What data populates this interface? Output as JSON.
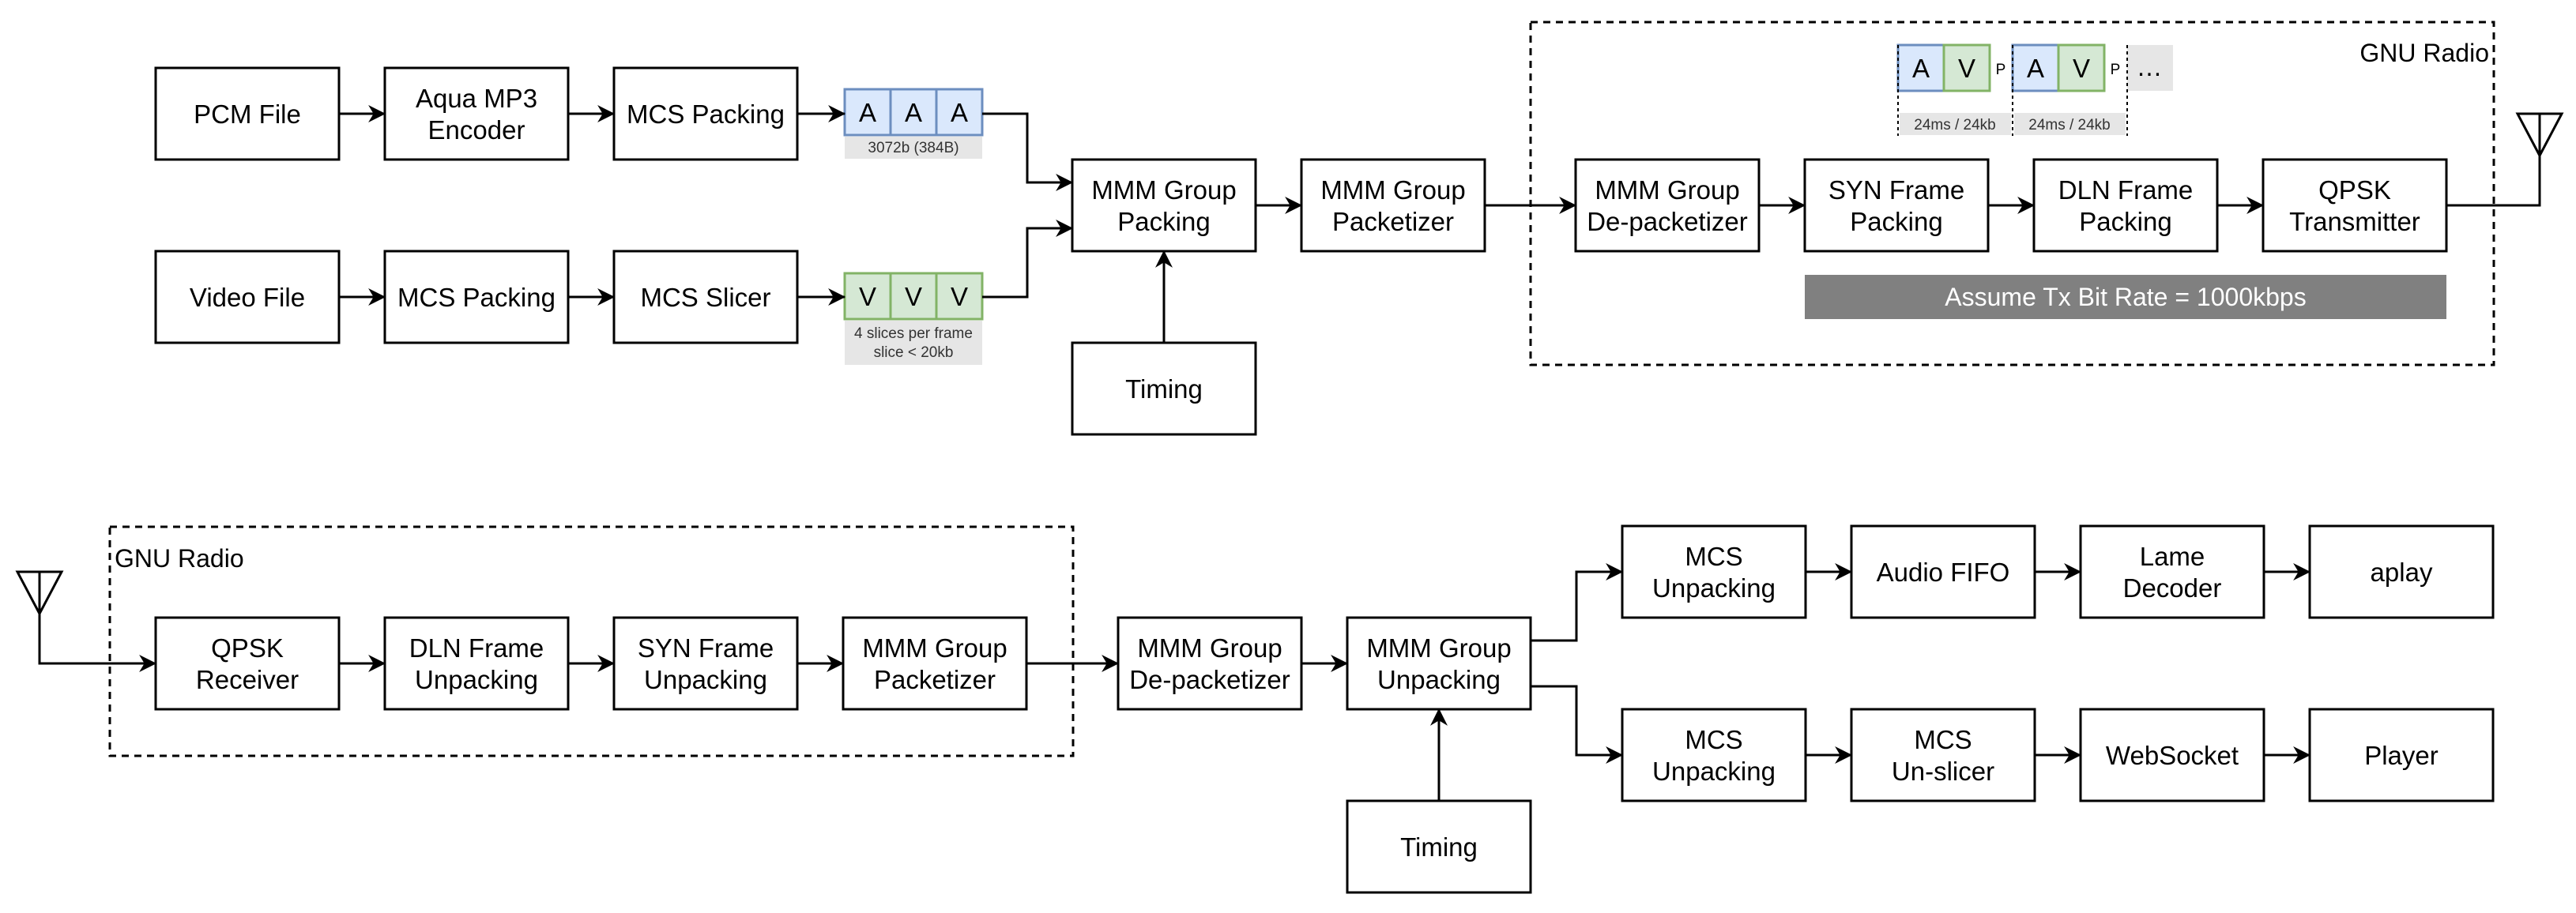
{
  "top_row": {
    "pcm_file": [
      "PCM File"
    ],
    "aqua_encoder": [
      "Aqua MP3",
      "Encoder"
    ],
    "mcs_packing_audio": [
      "MCS Packing"
    ],
    "video_file": [
      "Video File"
    ],
    "mcs_packing_video": [
      "MCS Packing"
    ],
    "mcs_slicer": [
      "MCS Slicer"
    ],
    "mmm_group_packing": [
      "MMM Group",
      "Packing"
    ],
    "mmm_group_packetizer": [
      "MMM Group",
      "Packetizer"
    ],
    "timing": [
      "Timing"
    ]
  },
  "audio_frames": {
    "cells": [
      "A",
      "A",
      "A"
    ],
    "caption": [
      "3072b (384B)"
    ]
  },
  "video_frames": {
    "cells": [
      "V",
      "V",
      "V"
    ],
    "caption": [
      "4 slices per frame",
      "slice < 20kb"
    ]
  },
  "tx_group": {
    "label": "GNU Radio",
    "depacketizer": [
      "MMM Group",
      "De-packetizer"
    ],
    "syn_frame_packing": [
      "SYN Frame",
      "Packing"
    ],
    "dln_frame_packing": [
      "DLN Frame",
      "Packing"
    ],
    "qpsk_transmitter": [
      "QPSK",
      "Transmitter"
    ],
    "banner": "Assume Tx Bit Rate = 1000kbps",
    "frame_sequence": {
      "cells": [
        "A",
        "V",
        "A",
        "V"
      ],
      "padding": "P",
      "ellipsis": "…",
      "durations": [
        "24ms / 24kb",
        "24ms / 24kb"
      ]
    }
  },
  "rx_group": {
    "label": "GNU Radio",
    "qpsk_receiver": [
      "QPSK",
      "Receiver"
    ],
    "dln_frame_unpacking": [
      "DLN Frame",
      "Unpacking"
    ],
    "syn_frame_unpacking": [
      "SYN Frame",
      "Unpacking"
    ],
    "mmm_group_packetizer": [
      "MMM Group",
      "Packetizer"
    ]
  },
  "bottom_row": {
    "depacketizer": [
      "MMM Group",
      "De-packetizer"
    ],
    "mmm_group_unpacking": [
      "MMM Group",
      "Unpacking"
    ],
    "timing": [
      "Timing"
    ],
    "mcs_unpacking_audio": [
      "MCS",
      "Unpacking"
    ],
    "audio_fifo": [
      "Audio FIFO"
    ],
    "lame_decoder": [
      "Lame",
      "Decoder"
    ],
    "aplay": [
      "aplay"
    ],
    "mcs_unpacking_video": [
      "MCS",
      "Unpacking"
    ],
    "mcs_unslicer": [
      "MCS",
      "Un-slicer"
    ],
    "websocket": [
      "WebSocket"
    ],
    "player": [
      "Player"
    ]
  },
  "icons": {
    "tx_antenna": "antenna-icon",
    "rx_antenna": "antenna-icon"
  }
}
